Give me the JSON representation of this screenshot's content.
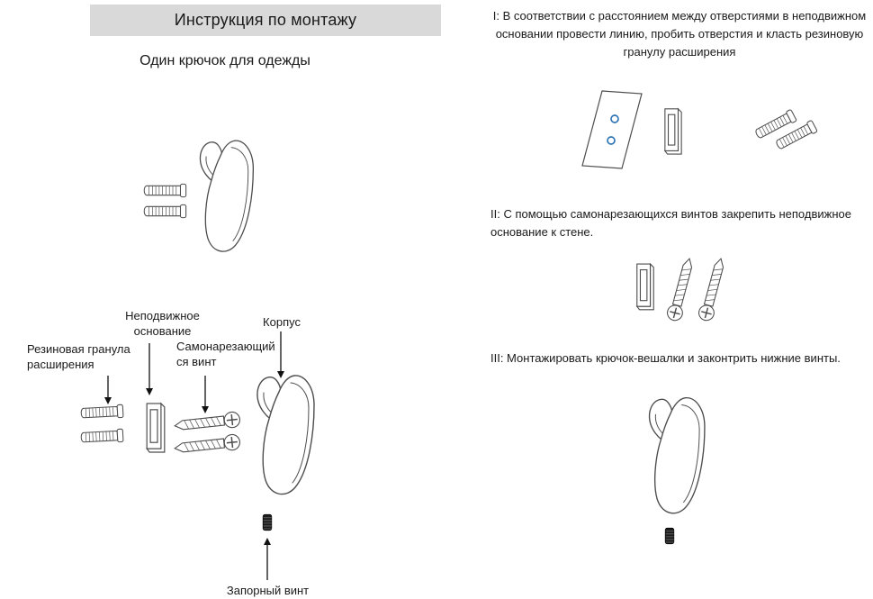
{
  "page": {
    "title": "Инструкция по монтажу",
    "subtitle": "Один крючок для одежды"
  },
  "exploded_labels": {
    "fixed_base": "Неподвижное\nоснование",
    "body": "Корпус",
    "rubber_granule": "Резиновая гранула\nрасширения",
    "self_tapping_screw": "Самонарезающий\nся винт",
    "locking_screw": "Запорный винт"
  },
  "steps": {
    "step1": "I: В соответствии с расстоянием между отверстиями в неподвижном основании провести линию, пробить отверстия и класть резиновую гранулу расширения",
    "step2": "II: С помощью самонарезающихся винтов закрепить неподвижное основание к стене.",
    "step3": "III: Монтажировать крючок-вешалки и законтрить нижние винты."
  },
  "colors": {
    "header_background": "#d9d9d9",
    "line_art": "#4d4d4d",
    "hole_accent_blue": "#2e75b6",
    "text": "#1a1a1a"
  },
  "icons": {
    "coat_hook": "coat-hook-line-drawing",
    "expansion_dowel": "rubber-expansion-dowel-line-drawing",
    "self_tapping_screw": "self-tapping-screw-line-drawing",
    "fixed_base_bracket": "fixed-base-bracket-line-drawing",
    "wall_plate": "wall-plate-with-drill-holes-line-drawing",
    "grub_screw": "black-locking-grub-screw-drawing",
    "arrow": "annotation-arrow"
  }
}
